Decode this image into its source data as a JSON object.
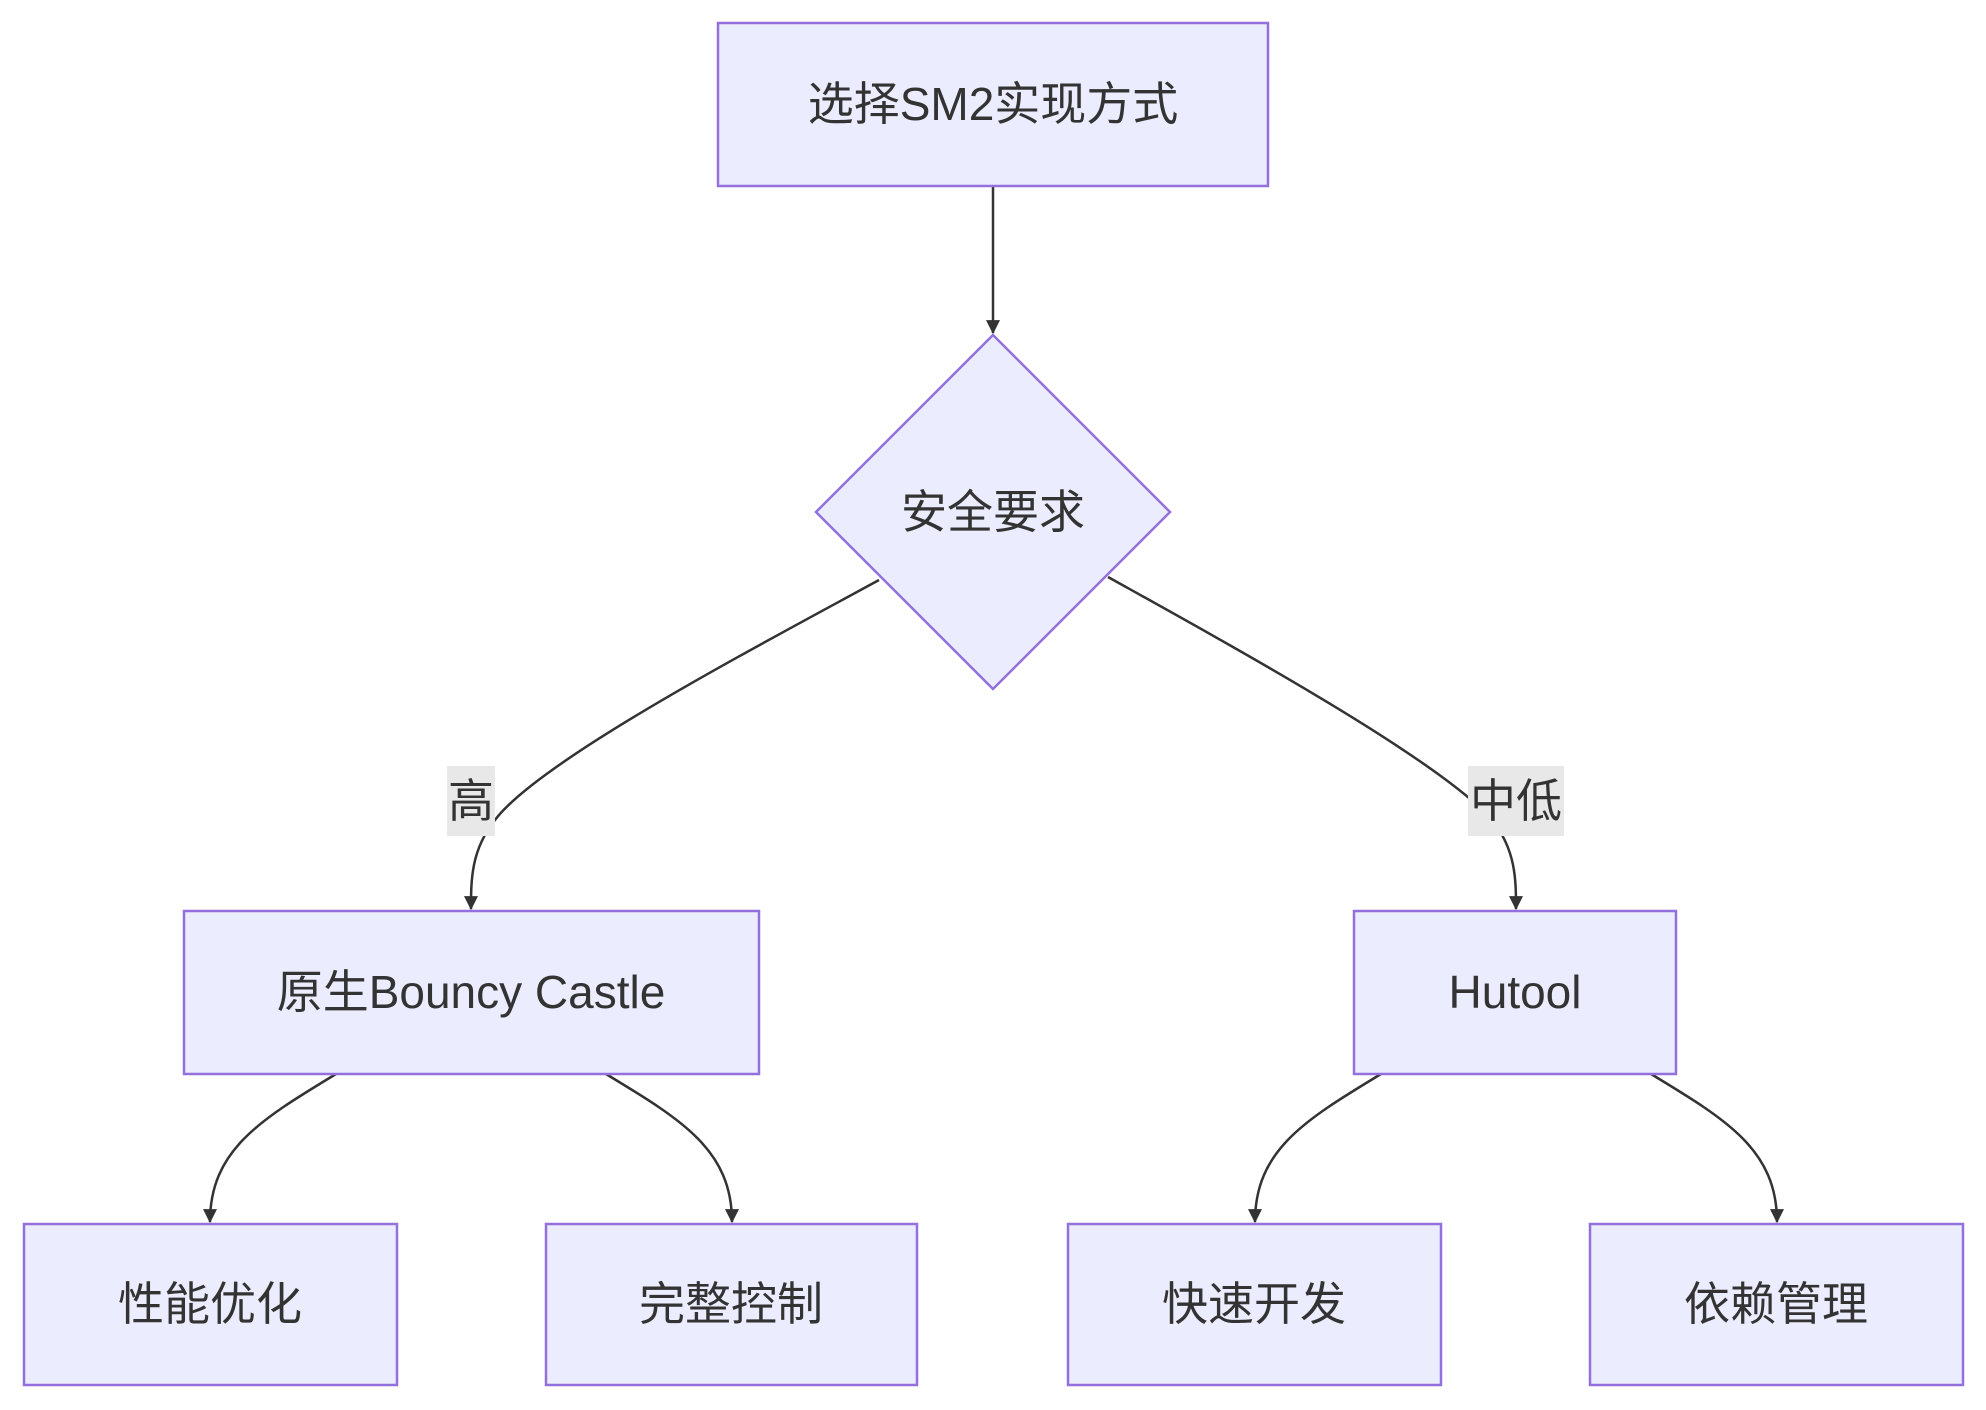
{
  "nodes": {
    "start": "选择SM2实现方式",
    "decision": "安全要求",
    "bouncy_castle": "原生Bouncy Castle",
    "hutool": "Hutool",
    "perf": "性能优化",
    "control": "完整控制",
    "fast_dev": "快速开发",
    "deps": "依赖管理"
  },
  "edges": {
    "high": "高",
    "mid_low": "中低"
  },
  "colors": {
    "node_fill": "#ECECFF",
    "node_border": "#9370DB",
    "edge": "#333333",
    "edge_label_bg": "#E8E8E8",
    "text": "#333333"
  }
}
